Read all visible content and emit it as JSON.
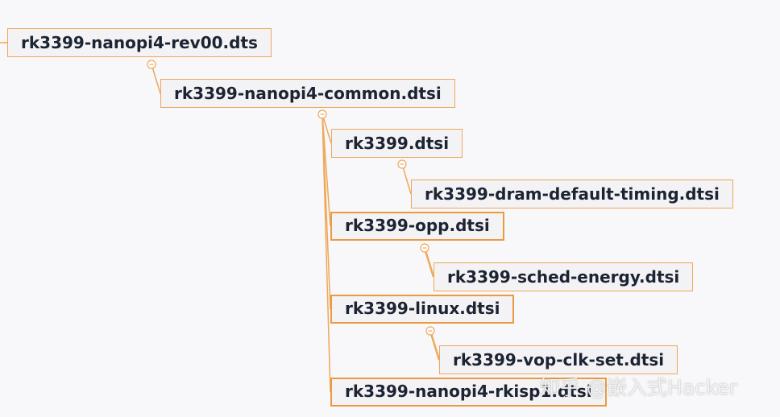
{
  "nodes": {
    "n1": "rk3399-nanopi4-rev00.dts",
    "n2": "rk3399-nanopi4-common.dtsi",
    "n3": "rk3399.dtsi",
    "n4": "rk3399-dram-default-timing.dtsi",
    "n5": "rk3399-opp.dtsi",
    "n6": "rk3399-sched-energy.dtsi",
    "n7": "rk3399-linux.dtsi",
    "n8": "rk3399-vop-clk-set.dtsi",
    "n9": "rk3399-nanopi4-rkisp1.dtsi"
  },
  "watermark": "知乎 @嵌入式Hacker",
  "colors": {
    "connector": "#eea85a",
    "node_border": "#eea85a",
    "node_fill": "#f3f2f4",
    "text": "#1c2433",
    "background": "#f8f7f9"
  }
}
